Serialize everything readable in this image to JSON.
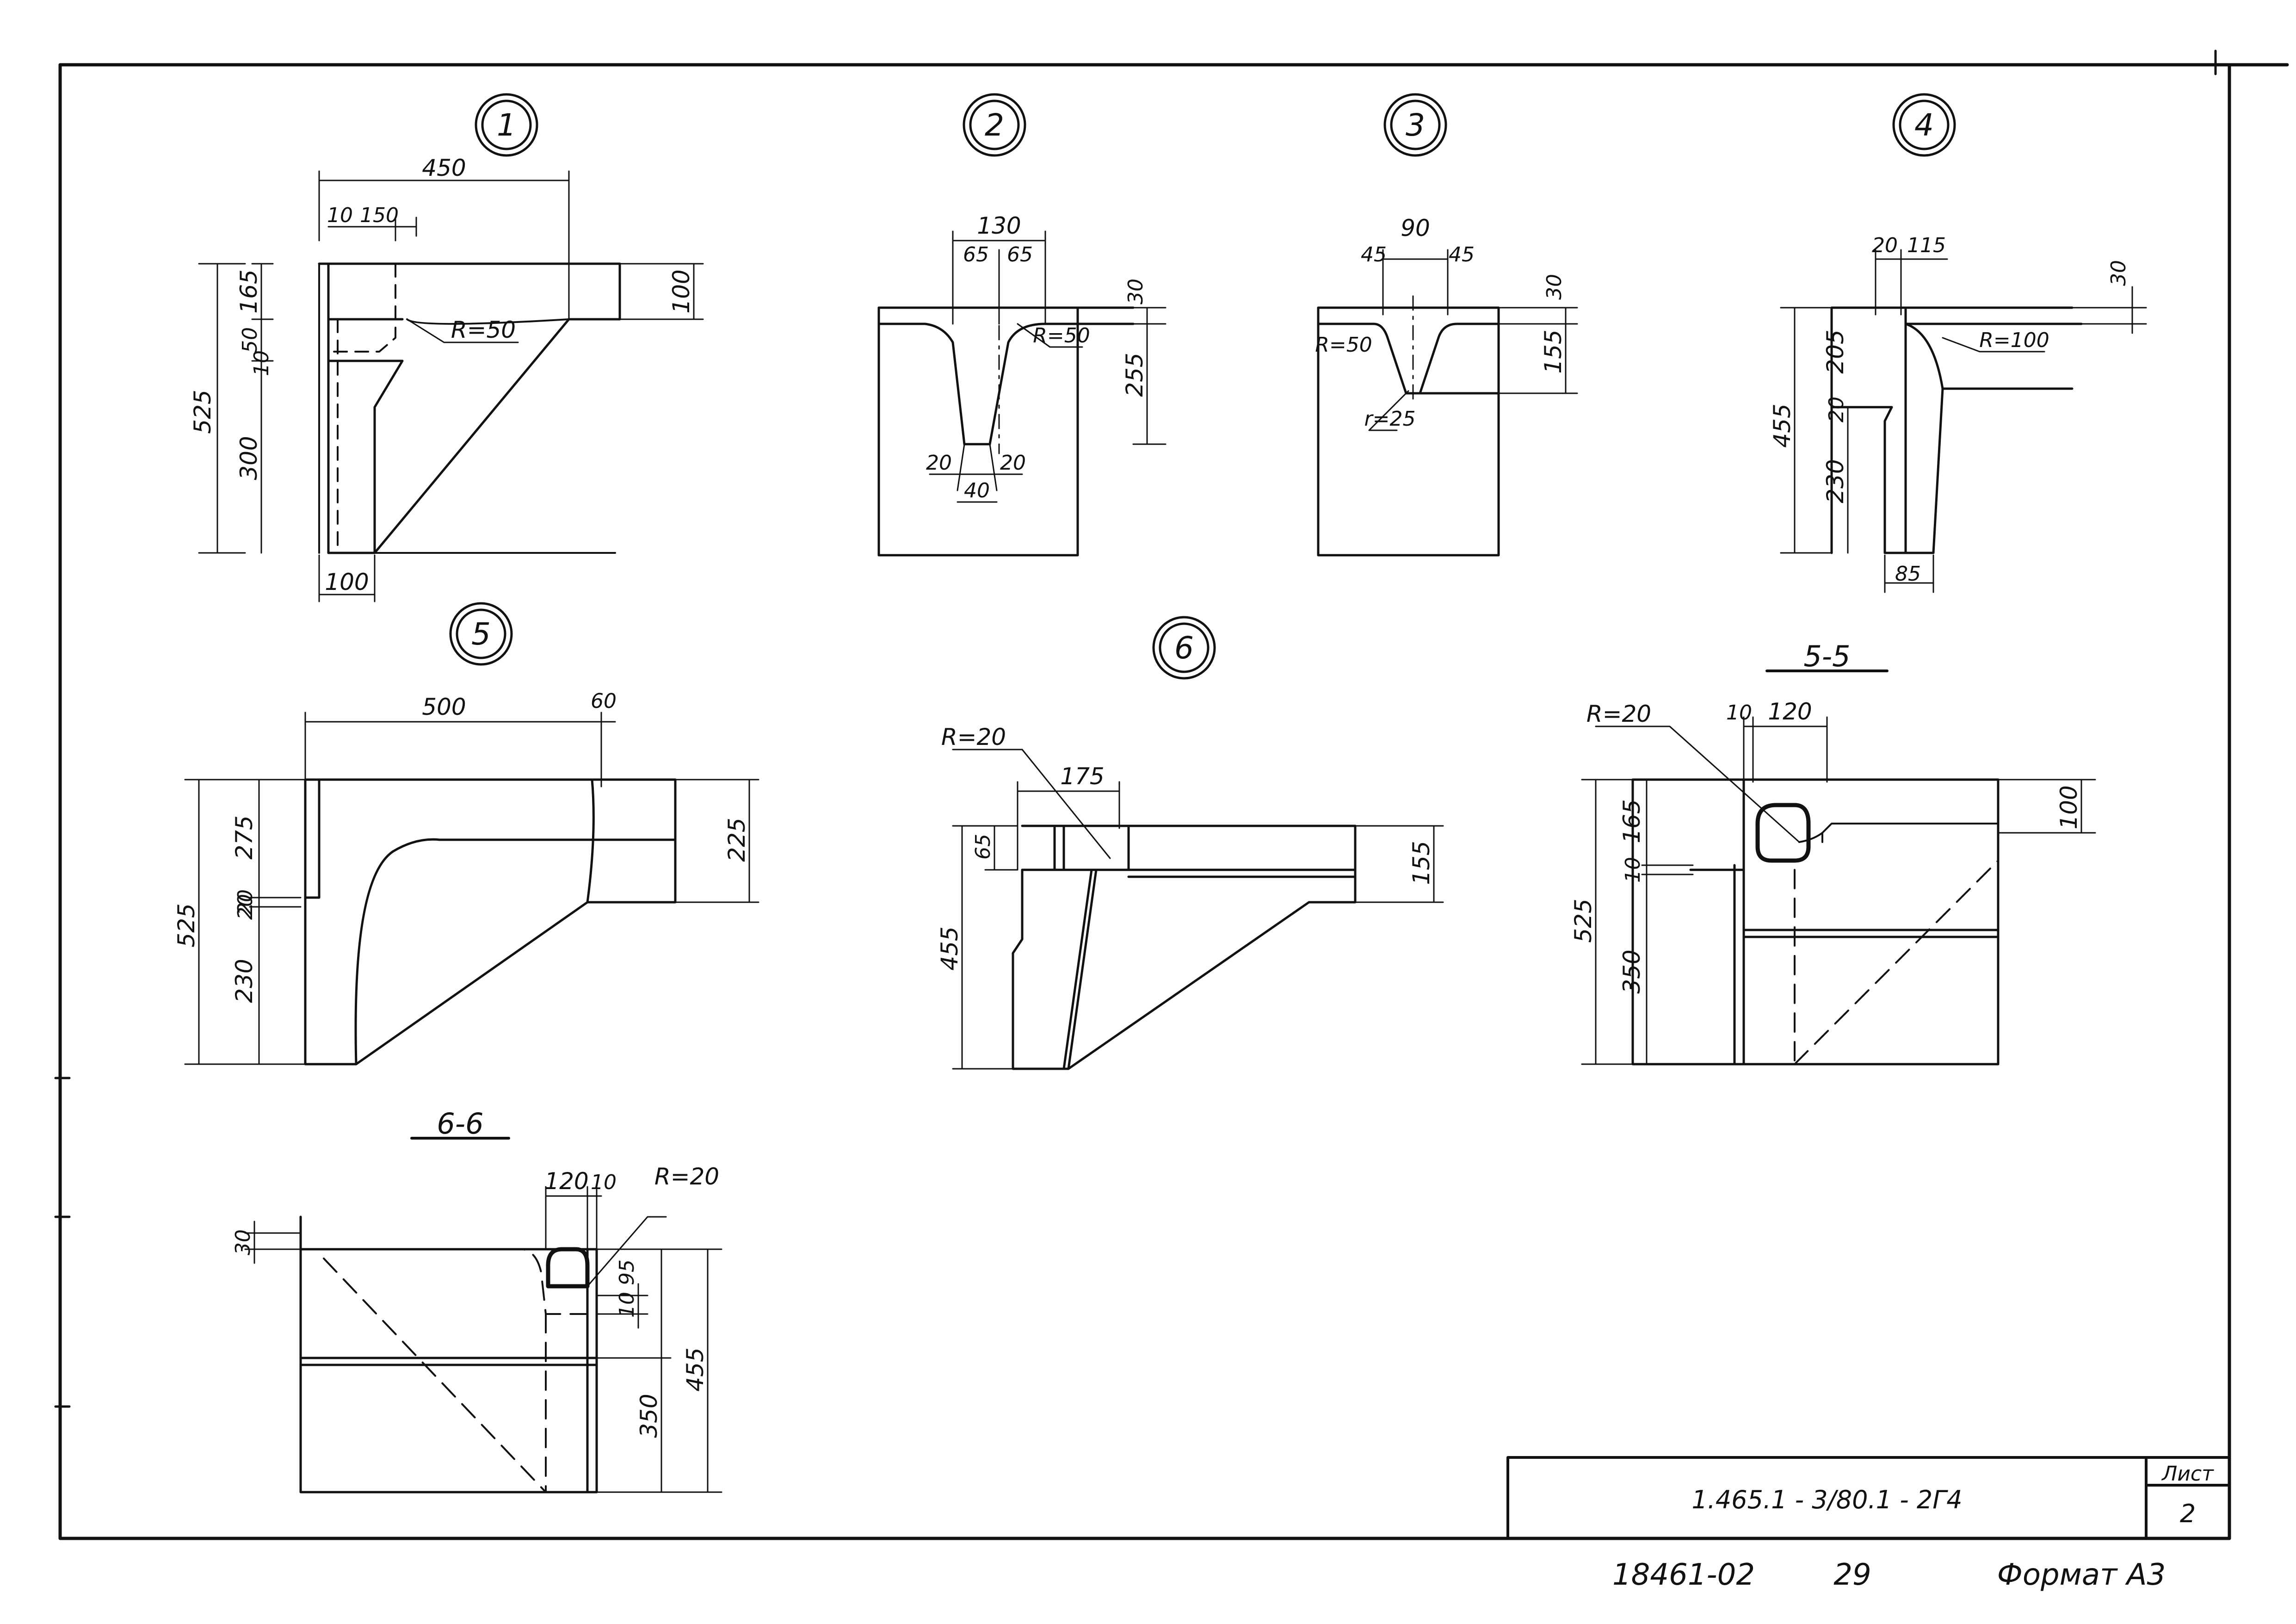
{
  "sheet": {
    "code": "1.465.1 - 3/80.1 - 2Г4",
    "sheet_label": "Лист",
    "sheet_number": "2",
    "inventory": "18461-02",
    "inventory_page": "29",
    "format": "Формат А3"
  },
  "details": [
    {
      "number": "1",
      "dims": [
        "450",
        "10",
        "150",
        "165",
        "50",
        "10",
        "525",
        "300",
        "100",
        "100",
        "R=50"
      ]
    },
    {
      "number": "2",
      "dims": [
        "130",
        "65",
        "65",
        "30",
        "255",
        "R=50",
        "20",
        "20",
        "40"
      ]
    },
    {
      "number": "3",
      "dims": [
        "90",
        "45",
        "45",
        "30",
        "155",
        "R=50",
        "r=25"
      ]
    },
    {
      "number": "4",
      "dims": [
        "20",
        "115",
        "30",
        "205",
        "455",
        "20",
        "230",
        "85",
        "R=100"
      ]
    },
    {
      "number": "5",
      "dims": [
        "500",
        "60",
        "525",
        "20",
        "275",
        "20",
        "230",
        "225"
      ]
    },
    {
      "number": "6",
      "dims": [
        "R=20",
        "175",
        "65",
        "455",
        "155"
      ]
    }
  ],
  "sections": [
    {
      "label": "5-5",
      "dims": [
        "R=20",
        "10",
        "120",
        "100",
        "165",
        "10",
        "525",
        "350"
      ]
    },
    {
      "label": "6-6",
      "dims": [
        "120",
        "10",
        "R=20",
        "30",
        "10",
        "95",
        "350",
        "455"
      ]
    }
  ]
}
